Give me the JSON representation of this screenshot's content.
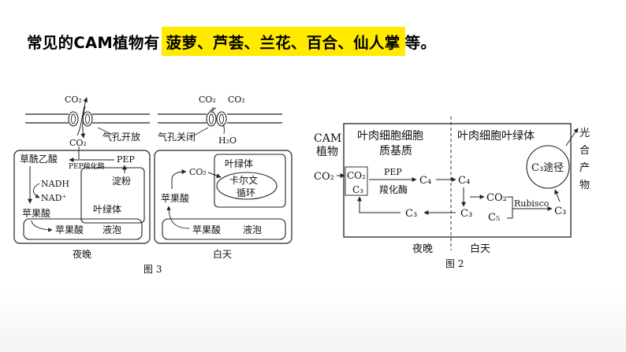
{
  "heading": {
    "prefix": "常见的CAM植物有",
    "highlight": "菠萝、芦荟、兰花、百合、仙人掌",
    "suffix": "等。"
  },
  "fig3": {
    "night": {
      "co2_top": "CO₂",
      "co2_bottom": "CO₂",
      "stoma_label": "气孔开放",
      "oxaloacetate": "草酰乙酸",
      "pep_enzyme": "PEP羧化酶",
      "pep": "PEP",
      "nadh": "NADH",
      "nad": "NAD⁺",
      "starch": "淀粉",
      "chloroplast": "叶绿体",
      "malic_acid": "苹果酸",
      "vacuole_malic": "苹果酸",
      "vacuole": "液泡",
      "period": "夜晚"
    },
    "day": {
      "co2_a": "CO₂",
      "co2_b": "CO₂",
      "stoma_label": "气孔关闭",
      "h2o": "H₂O",
      "chloroplast": "叶绿体",
      "co2_inner": "CO₂",
      "calvin_line1": "卡尔文",
      "calvin_line2": "循环",
      "malic_acid": "苹果酸",
      "vacuole_malic": "苹果酸",
      "vacuole": "液泡",
      "period": "白天"
    },
    "caption": "图 3"
  },
  "fig2": {
    "left_label_line1": "CAM",
    "left_label_line2": "植物",
    "mesophyll_line1": "叶肉细胞细胞",
    "mesophyll_line2": "质基质",
    "chloroplast_header": "叶肉细胞叶绿体",
    "products": [
      "光",
      "合",
      "产",
      "物"
    ],
    "co2_in": "CO₂",
    "co2_box": "CO₂",
    "c3_box": "C₃",
    "pep": "PEP",
    "enzyme": "羧化酶",
    "c4_left": "C₄",
    "c4_right": "C₄",
    "c3_mid": "C₃",
    "c3_return": "C₃",
    "co2_right": "CO₂",
    "c5": "C₅",
    "rubisco": "Rubisco",
    "c3_final": "C₃",
    "c3_pathway": "C₃途径",
    "night": "夜晚",
    "day": "白天",
    "caption": "图 2"
  }
}
